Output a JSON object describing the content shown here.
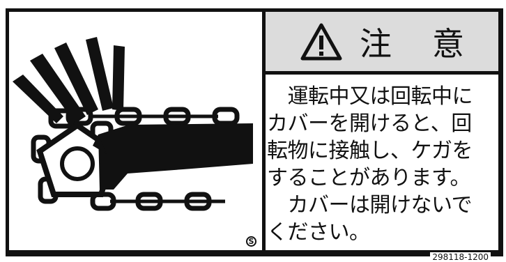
{
  "heading": {
    "icon": "warning-triangle-icon",
    "word1": "注",
    "word2": "意"
  },
  "message_lines": [
    "　運転中又は回転中に",
    "カバーを開けると、回",
    "転物に接触し、ケガを",
    "することがあります。",
    "　カバーは開けないで",
    "ください。"
  ],
  "registered_mark": "S",
  "part_number": "298118-1200",
  "pictogram": "hand-caught-in-chain-sprocket"
}
